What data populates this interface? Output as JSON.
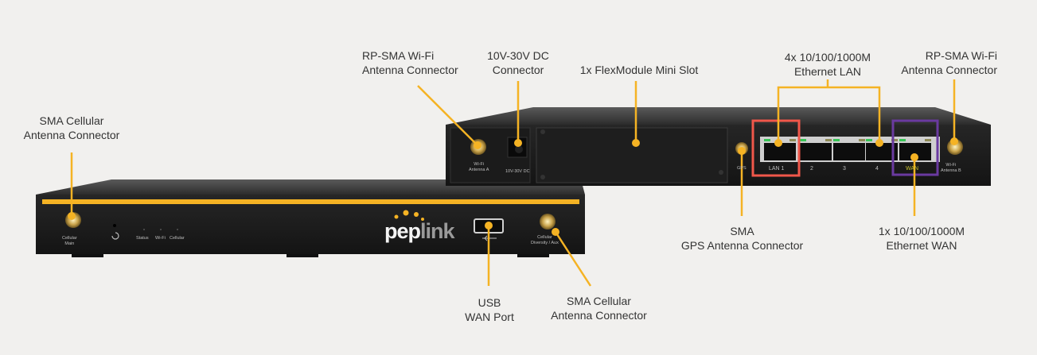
{
  "diagram": {
    "brand": {
      "logo_text_a": "pep",
      "logo_text_b": "link"
    },
    "front_panel": {
      "labels": {
        "cellular_main": "Cellular\nMain",
        "status": "Status",
        "wifi": "Wi-Fi",
        "cellular": "Cellular",
        "cellular_diversity": "Cellular\nDiversity / Aux"
      }
    },
    "back_panel": {
      "labels": {
        "wifi_antenna_a": "Wi-Fi\nAntenna A",
        "dc": "10V-30V DC",
        "gps": "GPS",
        "lan1": "LAN 1",
        "lan2": "2",
        "lan3": "3",
        "lan4": "4",
        "wan": "WAN",
        "wifi_antenna_b": "Wi-Fi\nAntenna B"
      }
    },
    "callouts": [
      {
        "id": "sma-cellular-main",
        "lines": [
          "SMA Cellular",
          "Antenna Connector"
        ]
      },
      {
        "id": "usb-wan",
        "lines": [
          "USB",
          "WAN Port"
        ]
      },
      {
        "id": "sma-cellular-aux",
        "lines": [
          "SMA Cellular",
          "Antenna Connector"
        ]
      },
      {
        "id": "rpsma-wifi-a",
        "lines": [
          "RP-SMA Wi-Fi",
          "Antenna Connector"
        ]
      },
      {
        "id": "dc-connector",
        "lines": [
          "10V-30V DC",
          "Connector"
        ]
      },
      {
        "id": "flexmodule",
        "lines": [
          "1x FlexModule Mini Slot"
        ]
      },
      {
        "id": "ethernet-lan",
        "lines": [
          "4x 10/100/1000M",
          "Ethernet LAN"
        ]
      },
      {
        "id": "rpsma-wifi-b",
        "lines": [
          "RP-SMA Wi-Fi",
          "Antenna Connector"
        ]
      },
      {
        "id": "sma-gps",
        "lines": [
          "SMA",
          "GPS Antenna Connector"
        ]
      },
      {
        "id": "ethernet-wan",
        "lines": [
          "1x 10/100/1000M",
          "Ethernet WAN"
        ]
      }
    ],
    "colors": {
      "accent": "#f5b324",
      "lan_highlight": "#f0574a",
      "wan_highlight": "#6a3aa0",
      "chassis": "#1f1f1f",
      "background": "#f1f0ee"
    }
  }
}
